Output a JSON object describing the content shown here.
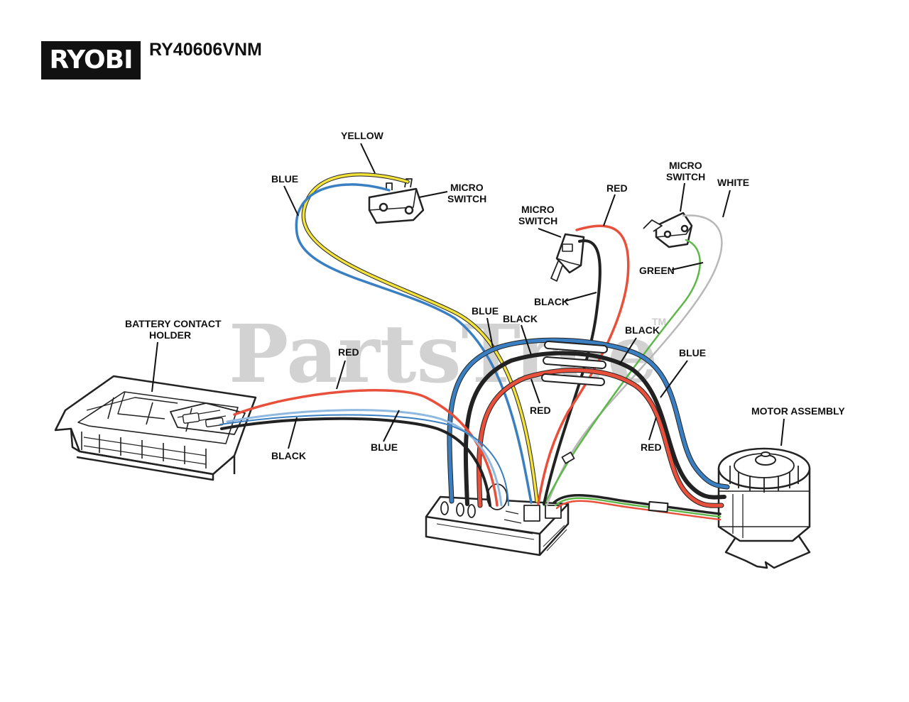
{
  "header": {
    "brand": "RYOBI",
    "model": "RY40606VNM"
  },
  "watermark": {
    "text": "PartsTree",
    "mark": "TM"
  },
  "colors": {
    "red": "#e8503c",
    "blue": "#3a7fc1",
    "black": "#222222",
    "yellow": "#f2e23a",
    "green": "#5cb848",
    "white": "#b8b8b8",
    "light_blue": "#8fb9e0"
  },
  "labels": {
    "yellow_top": "YELLOW",
    "blue_top": "BLUE",
    "micro_switch_1": [
      "MICRO",
      "SWITCH"
    ],
    "red_top": "RED",
    "micro_switch_2": [
      "MICRO",
      "SWITCH"
    ],
    "micro_switch_3": [
      "MICRO",
      "SWITCH"
    ],
    "white": "WHITE",
    "green": "GREEN",
    "black_top": "BLACK",
    "battery_contact_holder": [
      "BATTERY CONTACT",
      "HOLDER"
    ],
    "red_left": "RED",
    "blue_mid": "BLUE",
    "black_mid": "BLACK",
    "red_mid": "RED",
    "black_right": "BLACK",
    "blue_right": "BLUE",
    "red_right": "RED",
    "black_bottom": "BLACK",
    "blue_bottom": "BLUE",
    "motor_assembly": "MOTOR ASSEMBLY"
  }
}
